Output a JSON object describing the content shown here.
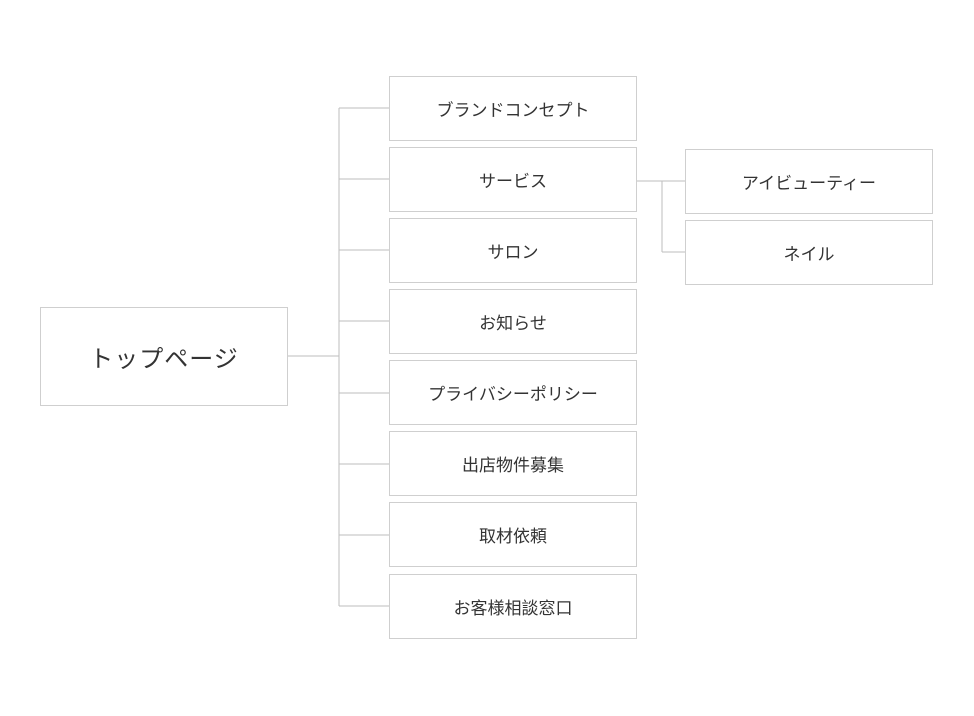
{
  "sitemap": {
    "root": {
      "label": "トップページ"
    },
    "sections": [
      {
        "label": "ブランドコンセプト"
      },
      {
        "label": "サービス",
        "children": [
          {
            "label": "アイビューティー"
          },
          {
            "label": "ネイル"
          }
        ]
      },
      {
        "label": "サロン"
      },
      {
        "label": "お知らせ"
      },
      {
        "label": "プライバシーポリシー"
      },
      {
        "label": "出店物件募集"
      },
      {
        "label": "取材依頼"
      },
      {
        "label": "お客様相談窓口"
      }
    ]
  },
  "colors": {
    "border": "#cfcfcf",
    "connector": "#bdbdbd",
    "text": "#333333",
    "background": "#ffffff"
  }
}
